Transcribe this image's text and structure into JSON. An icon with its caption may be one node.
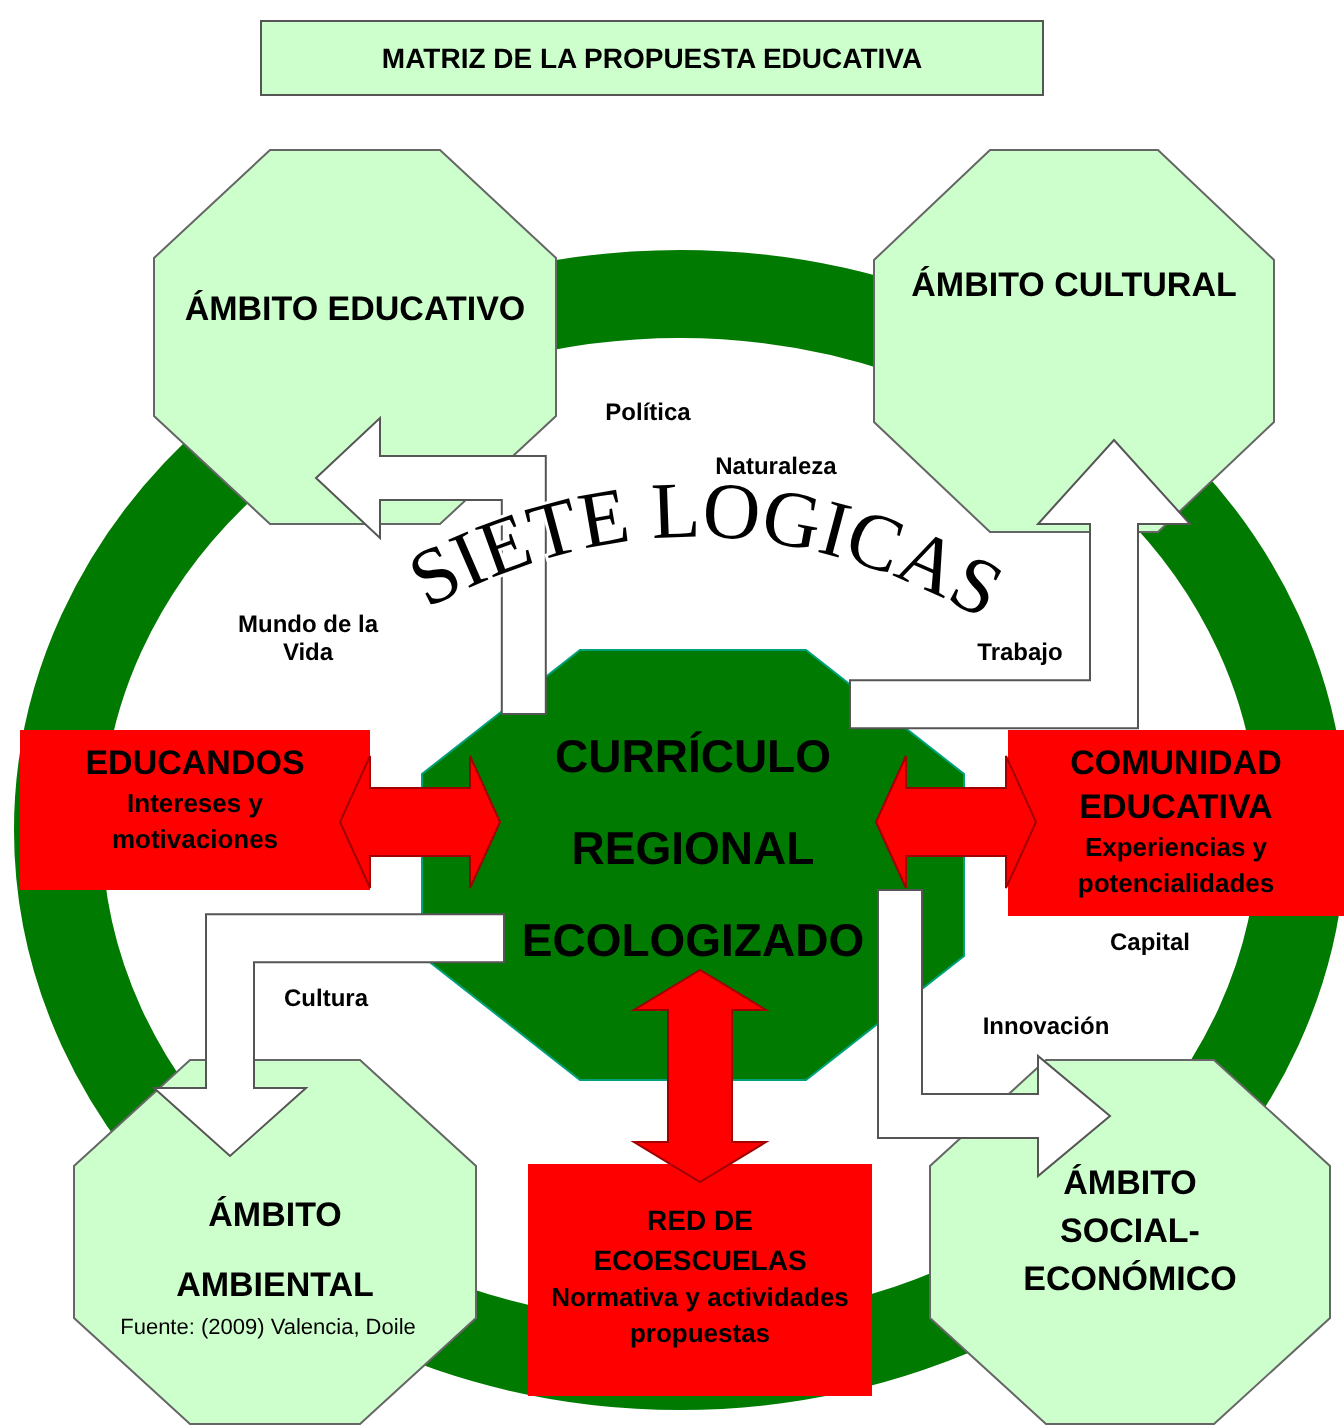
{
  "diagram": {
    "title": "MATRIZ DE LA PROPUESTA EDUCATIVA",
    "nodes": [
      {
        "text": [
          "ÁMBITO EDUCATIVO"
        ]
      },
      {
        "text": [
          "ÁMBITO CULTURAL"
        ]
      },
      {
        "text": [
          "CURRÍCULO REGIONAL ECOLOGIZADO"
        ]
      },
      {
        "text": [
          "EDUCANDOS",
          "Intereses y motivaciones"
        ]
      },
      {
        "text": [
          "COMUNIDAD EDUCATIVA",
          "Experiencias y potencialidades"
        ]
      },
      {
        "text": [
          "ÁMBITO AMBIENTAL"
        ]
      },
      {
        "text": [
          "RED DE ECOESCUELAS",
          "Normativa y actividades propuestas"
        ]
      },
      {
        "text": [
          "ÁMBITO SOCIAL-ECONÓMICO"
        ]
      }
    ],
    "edges": [
      {
        "from": 2,
        "to": 0,
        "arrow": "to"
      },
      {
        "from": 2,
        "to": 1,
        "arrow": "to"
      },
      {
        "from": 2,
        "to": 5,
        "arrow": "to"
      },
      {
        "from": 2,
        "to": 7,
        "arrow": "to"
      },
      {
        "from": 3,
        "to": 2,
        "arrow": "both",
        "color": "#ff0000"
      },
      {
        "from": 2,
        "to": 4,
        "arrow": "both",
        "color": "#ff0000"
      },
      {
        "from": 2,
        "to": 6,
        "arrow": "both",
        "color": "#ff0000"
      }
    ],
    "labels": [
      "Política",
      "Naturaleza",
      "SIETE LOGICAS",
      "Mundo de la Vida",
      "Trabajo",
      "Capital",
      "Cultura",
      "Innovación",
      "Fuente: (2009) Valencia, Doile"
    ]
  }
}
